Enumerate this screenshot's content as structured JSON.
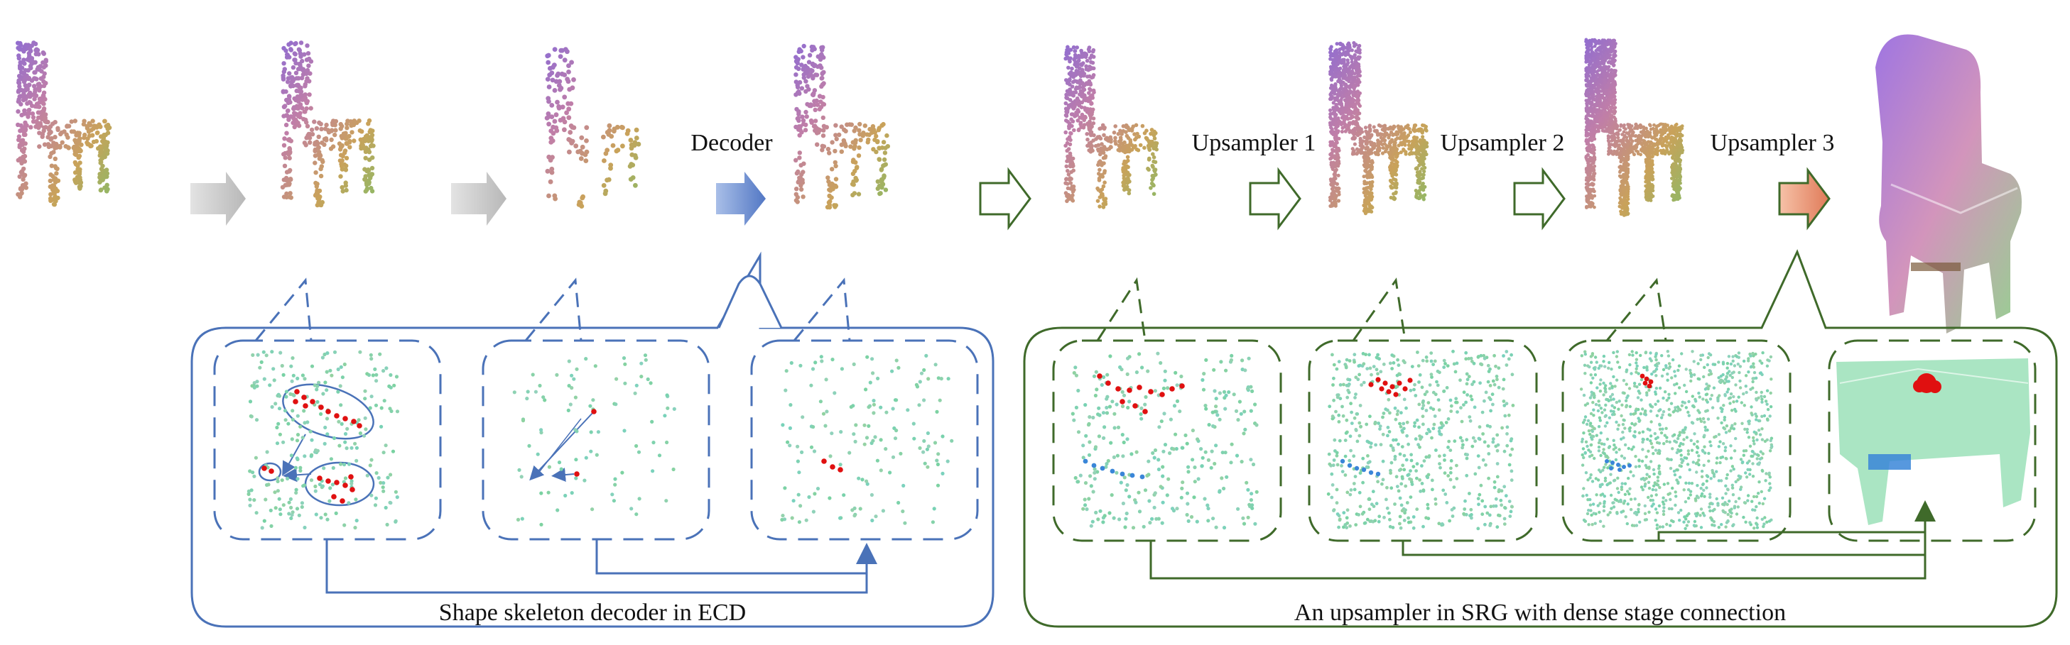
{
  "labels": {
    "decoder": "Decoder",
    "upsampler_1": "Upsampler 1",
    "upsampler_2": "Upsampler 2",
    "upsampler_3": "Upsampler 3"
  },
  "captions": {
    "ecd_panel": "Shape skeleton decoder in ECD",
    "srg_panel": "An upsampler in SRG with dense stage connection"
  },
  "colors": {
    "ecd_blue": "#4a72b8",
    "srg_green": "#3f6a2a",
    "gray_arrow": "#c9c9c9",
    "decoder_arrow": "#6f8fce",
    "upsampler3_arrow": "#e8866a",
    "highlight_red": "#e01010",
    "highlight_blue": "#3a86d8"
  }
}
